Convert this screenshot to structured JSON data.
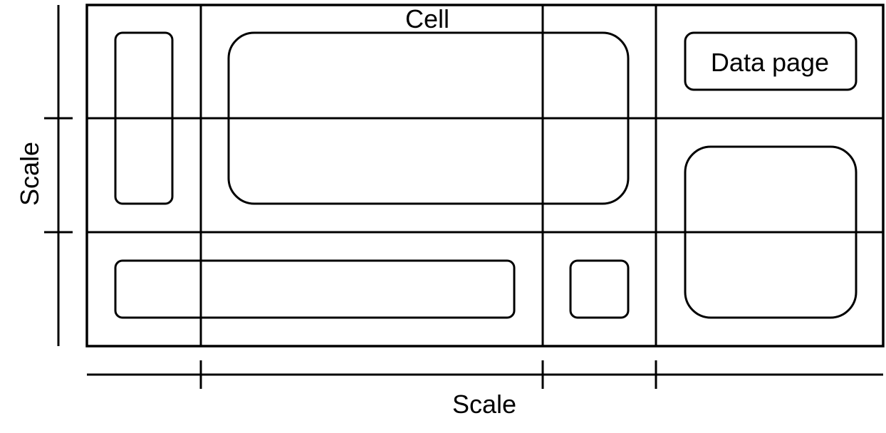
{
  "diagram": {
    "cell_label": "Cell",
    "data_page_label": "Data page",
    "vertical_scale_label": "Scale",
    "horizontal_scale_label": "Scale"
  },
  "colors": {
    "stroke": "#000000",
    "background": "#ffffff"
  }
}
